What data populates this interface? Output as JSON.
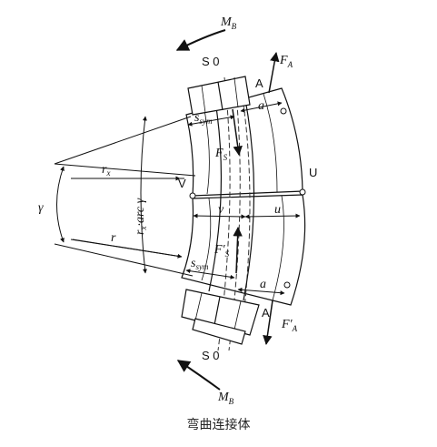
{
  "diagram": {
    "labels": {
      "mb_top": "M",
      "mb_top_sub": "B",
      "mb_bottom": "M",
      "mb_bottom_sub": "B",
      "s0_top": "S 0",
      "s0_bottom": "S 0",
      "fa": "F",
      "fa_sub": "A",
      "fa_prime": "F′",
      "fa_prime_sub": "A",
      "fs": "F",
      "fs_sub": "S",
      "fs_prime": "F′",
      "fs_prime_sub": "S",
      "a_top": "A",
      "a_bottom": "A",
      "a_dim_top": "a",
      "a_dim_bottom": "a",
      "ssym_top": "s",
      "ssym_top_sub": "sym",
      "ssym_bottom": "s",
      "ssym_bottom_sub": "sym",
      "v_point": "V",
      "u_point": "U",
      "v_dim": "v",
      "u_dim": "u",
      "rx": "r",
      "rx_sub": "x",
      "r": "r",
      "gamma": "γ",
      "arc": "r",
      "arc_sub": "x",
      "arc_rest": "·arc γ"
    },
    "caption": "弯曲连接体",
    "colors": {
      "line": "#111111",
      "dash": "#333333",
      "background": "#ffffff"
    }
  }
}
